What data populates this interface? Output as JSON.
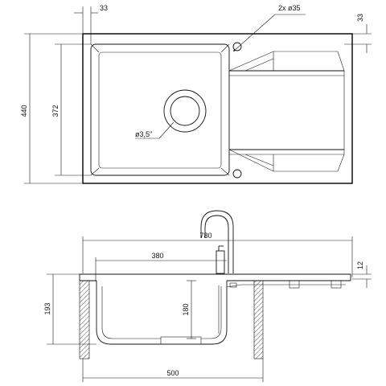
{
  "labels": {
    "dim_33_top": "33",
    "dim_holes": "2x ø35",
    "dim_33_right": "33",
    "dim_440": "440",
    "dim_372": "372",
    "dim_drain": "ø3,5\"",
    "dim_780": "780",
    "dim_380": "380",
    "dim_12": "12",
    "dim_193": "193",
    "dim_180": "180",
    "dim_500": "500"
  },
  "colors": {
    "line": "#111111",
    "hatch": "#555555",
    "background": "#ffffff"
  }
}
